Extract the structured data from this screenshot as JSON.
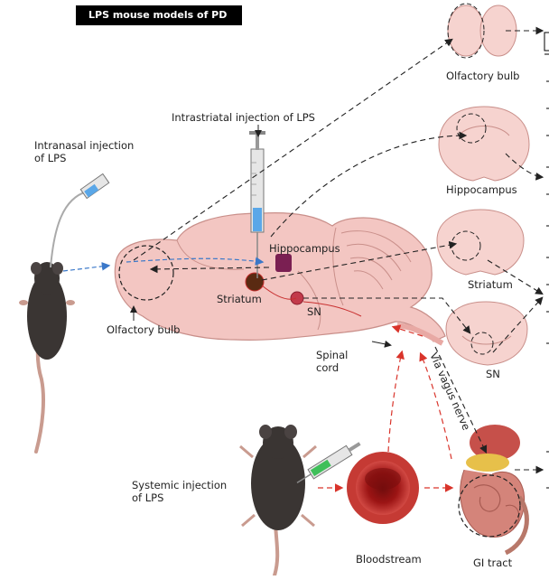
{
  "title": "LPS mouse models of PD",
  "labels": {
    "intranasal": [
      "Intranasal injection",
      "of LPS"
    ],
    "intrastriatal": "Intrastriatal injection of LPS",
    "olfactory_bulb_brain": "Olfactory bulb",
    "hippocampus_brain": "Hippocampus",
    "striatum_brain": "Striatum",
    "sn_brain": "SN",
    "spinal_cord": [
      "Spinal",
      "cord"
    ],
    "vagus": "Via vagus nerve",
    "systemic": [
      "Systemic injection",
      "of LPS"
    ],
    "bloodstream": "Bloodstream",
    "gi_tract": "GI tract",
    "panel_olfactory": "Olfactory bulb",
    "panel_hippocampus": "Hippocampus",
    "panel_striatum": "Striatum",
    "panel_sn": "SN"
  },
  "colors": {
    "brain": "#f3c6c2",
    "brain_outline": "#c98f8a",
    "section": "#f6d3cf",
    "mouse": "#3a3533",
    "mouse_tail": "#c99b8f",
    "blood": "#b51d1d",
    "arrow_red": "#d9342b",
    "arrow_blue": "#3a78c9",
    "hippocampus_dot": "#7a1f52",
    "striatum_dot": "#5a2a12",
    "syringe_green": "#3fbf5a",
    "syringe_blue": "#5aa7e8"
  }
}
